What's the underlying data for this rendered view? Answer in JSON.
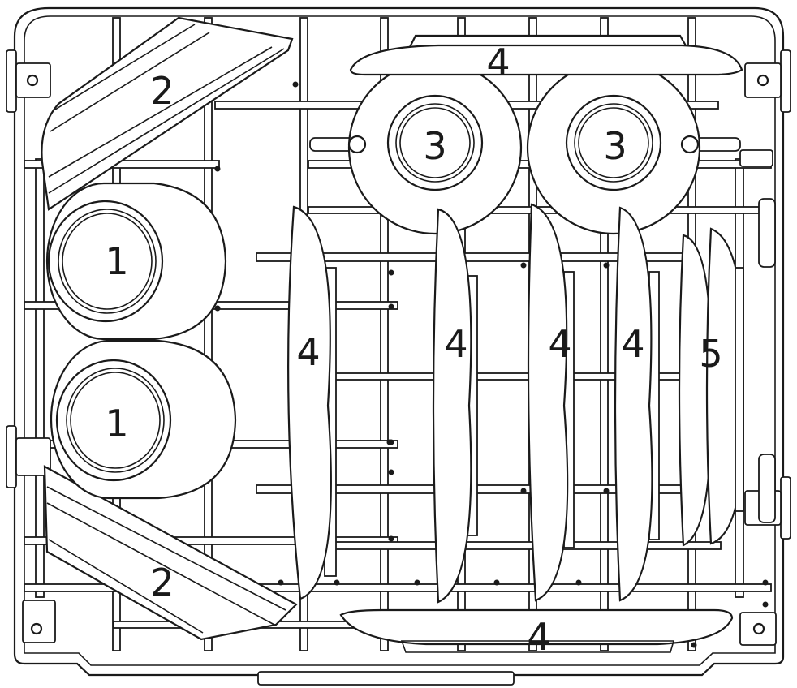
{
  "diagram": {
    "labels": {
      "cup": "1",
      "mug": "2",
      "bowl": "3",
      "plate": "4",
      "dessert_plate": "5"
    }
  }
}
